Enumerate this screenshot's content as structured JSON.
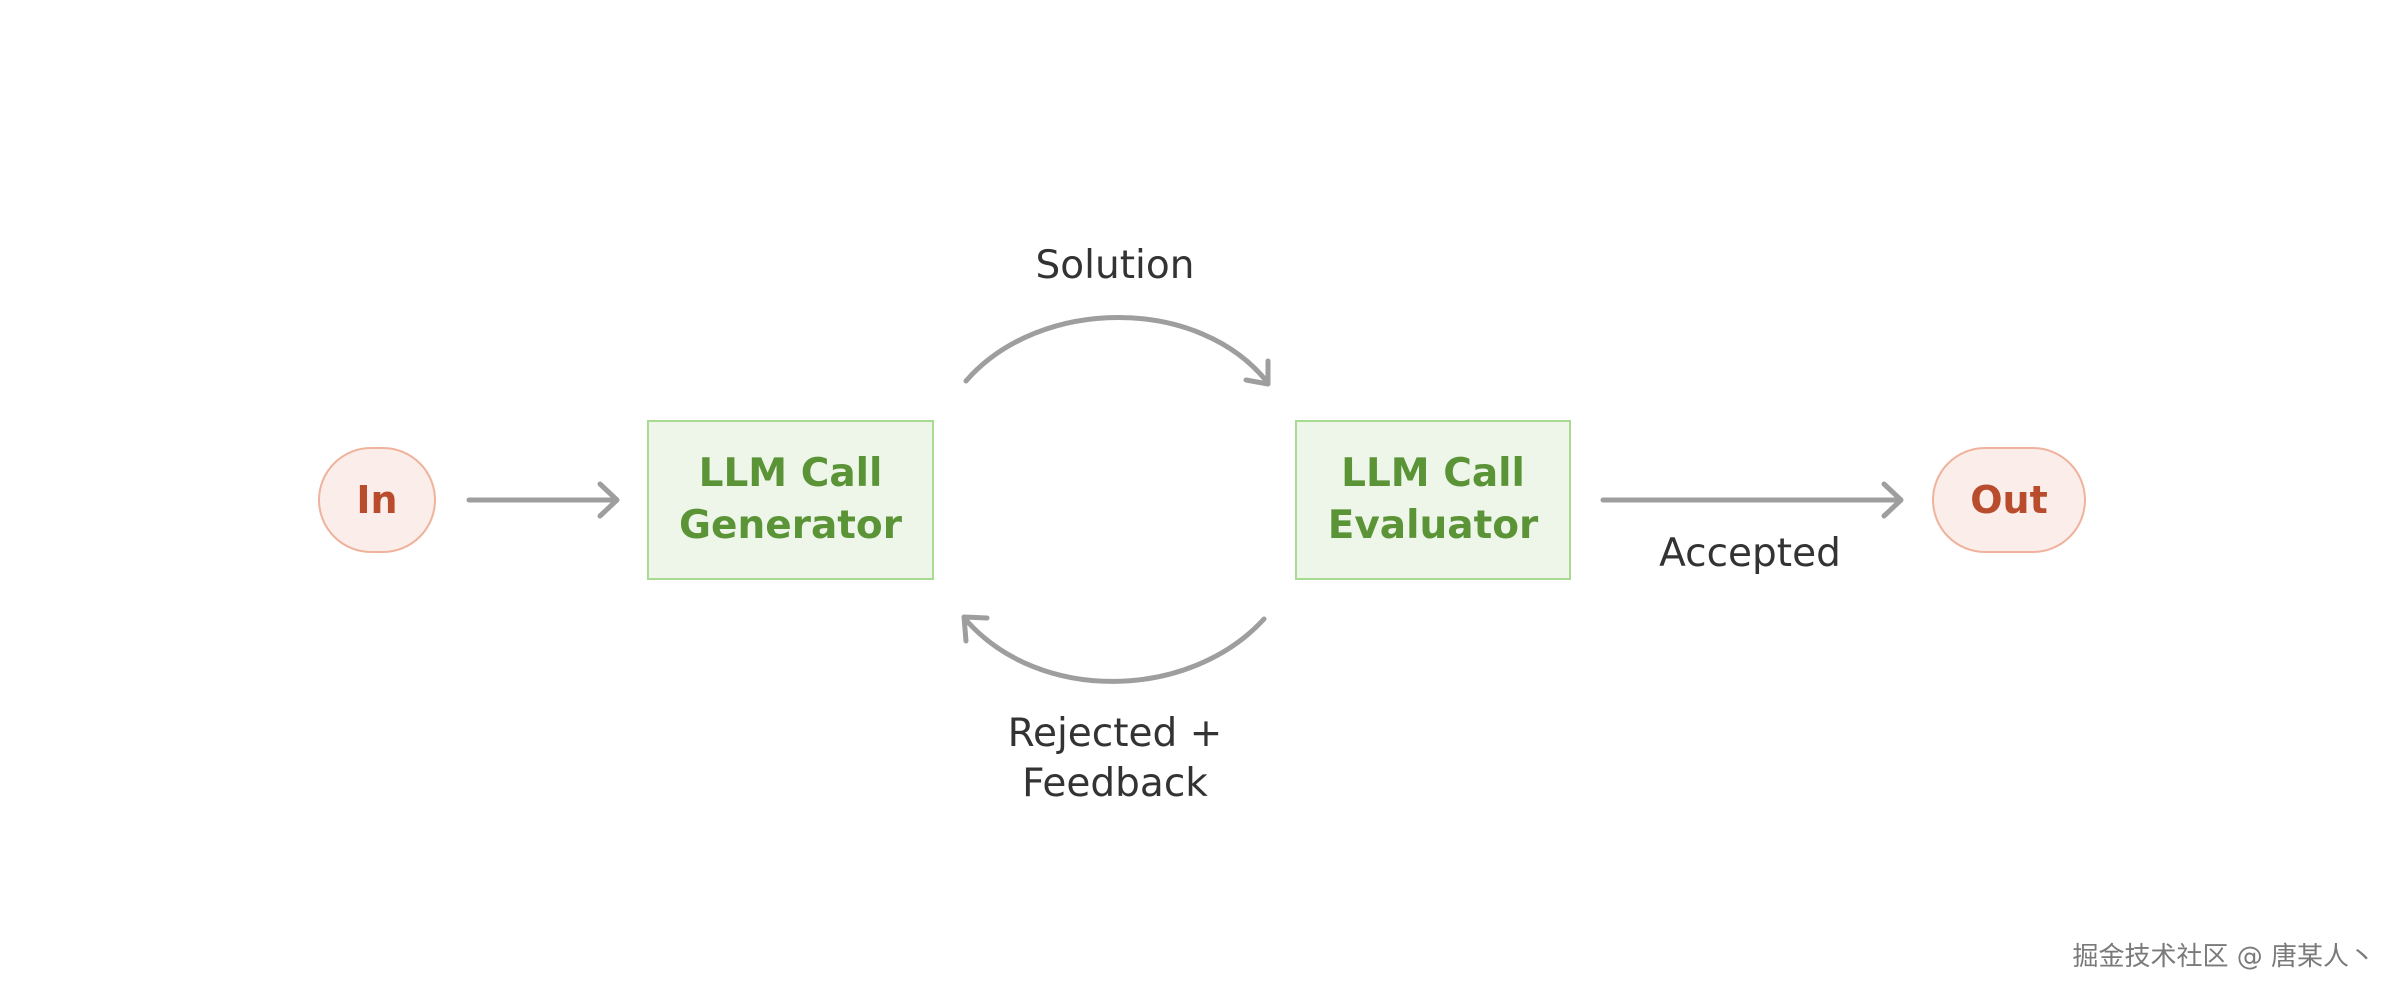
{
  "diagram": {
    "input_label": "In",
    "output_label": "Out",
    "generator": {
      "line1": "LLM Call",
      "line2": "Generator"
    },
    "evaluator": {
      "line1": "LLM Call",
      "line2": "Evaluator"
    },
    "edges": {
      "solution": "Solution",
      "rejected_line1": "Rejected +",
      "rejected_line2": "Feedback",
      "accepted": "Accepted"
    }
  },
  "watermark": "掘金技术社区 @ 唐某人丶",
  "colors": {
    "arrow": "#9e9e9e",
    "terminal_fill": "#fbeeea",
    "terminal_border": "#efb29c",
    "terminal_text": "#b84c2c",
    "node_fill": "#eef5e9",
    "node_border": "#a9da93",
    "node_text": "#5a9437",
    "label_text": "#333333"
  }
}
